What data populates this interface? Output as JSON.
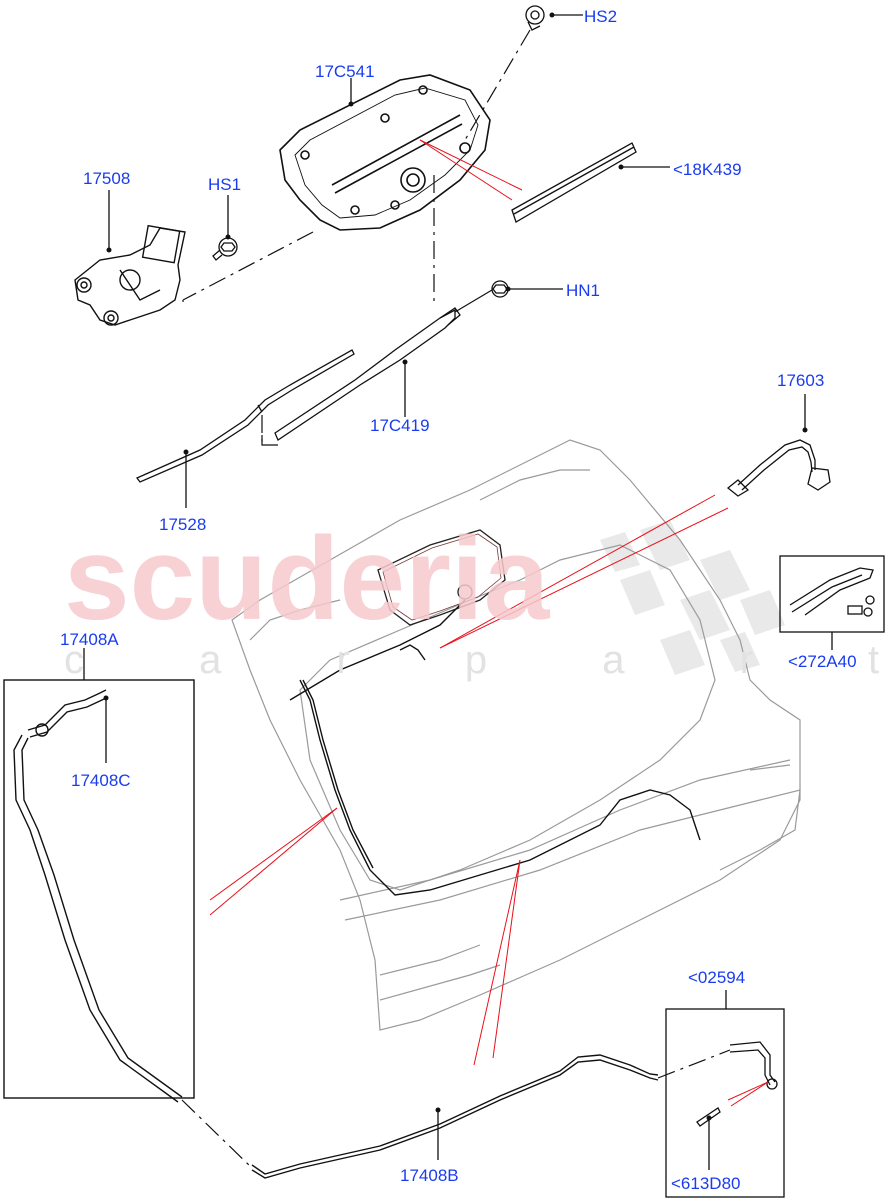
{
  "diagram": {
    "type": "exploded parts diagram",
    "subject": "Rear window wiper and washer assembly (tailgate)",
    "label_color": "#1a3cf0",
    "leader_color": "#000000",
    "reference_line_color": "#e8101a",
    "watermark": {
      "primary": "scuderia",
      "secondary": "c a r p a r t s",
      "primary_color": "#f6c9cd",
      "secondary_color": "#e2e2e2"
    },
    "parts": [
      {
        "id": "hs2",
        "label": "HS2",
        "description": "screw"
      },
      {
        "id": "17c541",
        "label": "17C541",
        "description": "wiper motor cover"
      },
      {
        "id": "18k439",
        "label": "<18K439",
        "description": "spoiler seal strip"
      },
      {
        "id": "17508",
        "label": "17508",
        "description": "rear wiper motor"
      },
      {
        "id": "hs1",
        "label": "HS1",
        "description": "bolt"
      },
      {
        "id": "hn1",
        "label": "HN1",
        "description": "nut"
      },
      {
        "id": "17c419",
        "label": "17C419",
        "description": "wiper arm"
      },
      {
        "id": "17528",
        "label": "17528",
        "description": "wiper blade"
      },
      {
        "id": "17603",
        "label": "17603",
        "description": "washer jet hose"
      },
      {
        "id": "272a40",
        "label": "<272A40",
        "description": "hose repair kit"
      },
      {
        "id": "17408a",
        "label": "17408A",
        "description": "washer hose"
      },
      {
        "id": "17408c",
        "label": "17408C",
        "description": "hose connector"
      },
      {
        "id": "02594",
        "label": "<02594",
        "description": "connector harness"
      },
      {
        "id": "613d80",
        "label": "<613D80",
        "description": "clip"
      },
      {
        "id": "17408b",
        "label": "17408B",
        "description": "washer hose lower"
      }
    ]
  }
}
